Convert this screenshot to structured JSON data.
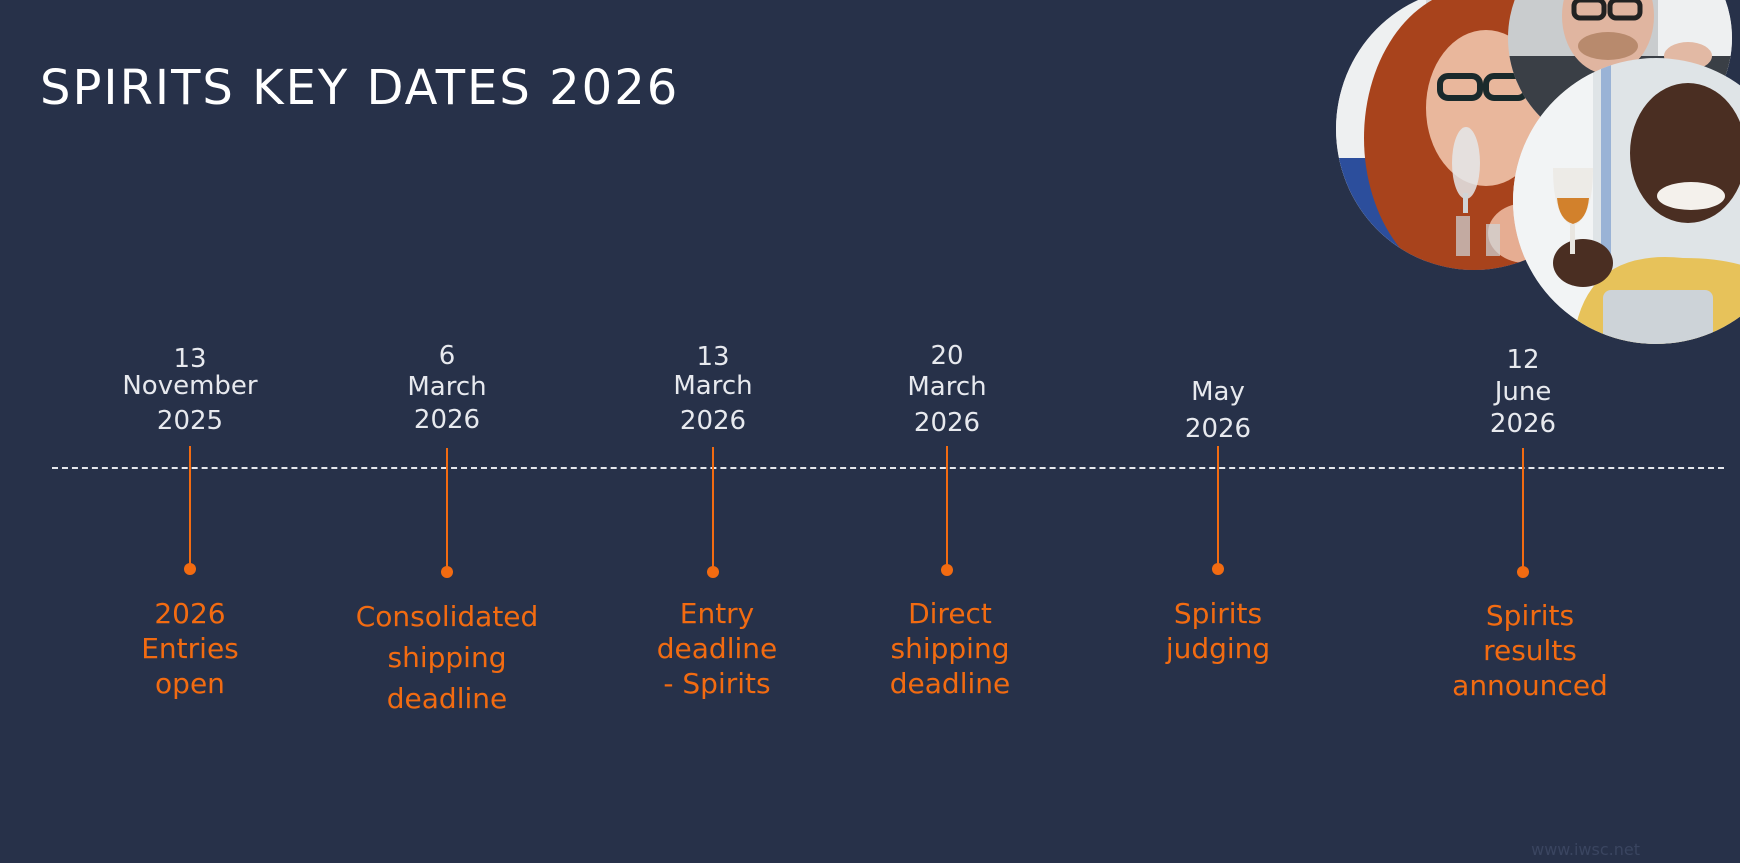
{
  "slide": {
    "title": "SPIRITS KEY DATES 2026",
    "watermark": "www.iwsc.net"
  },
  "colors": {
    "background": "#273149",
    "accent": "#f26b11",
    "text": "#e7e9ee"
  },
  "milestones": [
    {
      "date": [
        "13",
        "November",
        "2025"
      ],
      "event": [
        "2026",
        "Entries",
        "open"
      ]
    },
    {
      "date": [
        "6",
        "March",
        "2026"
      ],
      "event": [
        "Consolidated",
        "shipping",
        "deadline"
      ]
    },
    {
      "date": [
        "13",
        "March",
        "2026"
      ],
      "event": [
        "Entry",
        "deadline",
        "- Spirits"
      ]
    },
    {
      "date": [
        "20",
        "March",
        "2026"
      ],
      "event": [
        "Direct",
        "shipping",
        "deadline"
      ]
    },
    {
      "date": [
        "May",
        "2026"
      ],
      "event": [
        "Spirits",
        "judging"
      ]
    },
    {
      "date": [
        "12",
        "June",
        "2026"
      ],
      "event": [
        "Spirits",
        "results",
        "announced"
      ]
    }
  ]
}
